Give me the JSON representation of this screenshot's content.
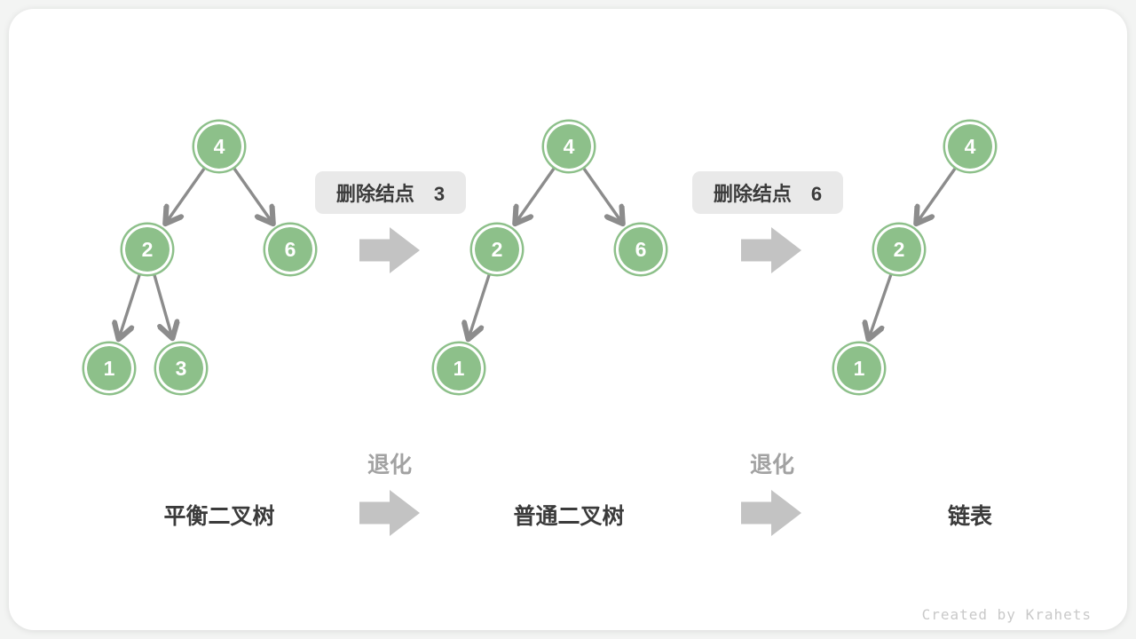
{
  "trees": [
    {
      "name": "平衡二叉树",
      "nodes": [
        {
          "value": "4"
        },
        {
          "value": "2"
        },
        {
          "value": "6"
        },
        {
          "value": "1"
        },
        {
          "value": "3"
        }
      ]
    },
    {
      "name": "普通二叉树",
      "nodes": [
        {
          "value": "4"
        },
        {
          "value": "2"
        },
        {
          "value": "6"
        },
        {
          "value": "1"
        }
      ]
    },
    {
      "name": "链表",
      "nodes": [
        {
          "value": "4"
        },
        {
          "value": "2"
        },
        {
          "value": "1"
        }
      ]
    }
  ],
  "steps": [
    {
      "label": "删除结点　3"
    },
    {
      "label": "删除结点　6"
    }
  ],
  "degrade_label": "退化",
  "footer": {
    "credit": "Created by Krahets"
  },
  "colors": {
    "node_fill": "#8dc08a",
    "edge": "#8c8c8c",
    "block_arrow": "#c3c3c3",
    "step_box_bg": "#e9e9e9",
    "text_dark": "#3b3b3b",
    "degrade_text": "#a2a2a2",
    "credit_text": "#c9c9c9",
    "card_bg": "#ffffff",
    "page_bg": "#f3f4f3"
  }
}
